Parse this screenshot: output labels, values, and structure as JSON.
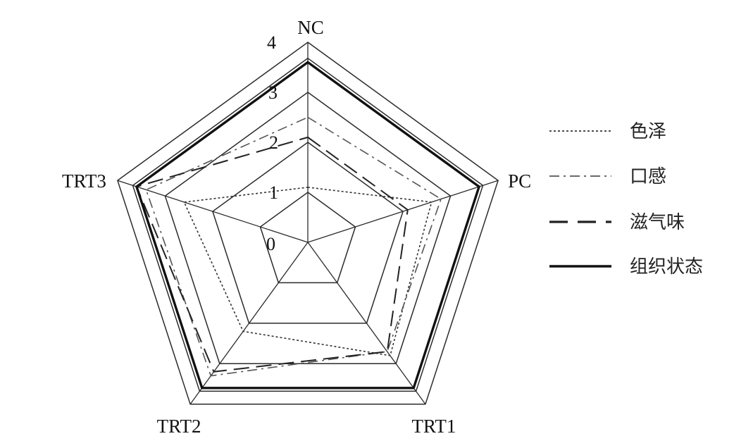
{
  "chart_data": {
    "type": "radar",
    "title": "",
    "axes": [
      "NC",
      "PC",
      "TRT1",
      "TRT2",
      "TRT3"
    ],
    "rlim": [
      0,
      4
    ],
    "ticks": [
      "0",
      "1",
      "2",
      "3",
      "4"
    ],
    "grid": true,
    "legend_position": "right",
    "series": [
      {
        "name": "色泽",
        "values": [
          1.1,
          2.6,
          2.8,
          2.2,
          2.6
        ],
        "style": "dotted",
        "color": "#333333"
      },
      {
        "name": "口感",
        "values": [
          2.5,
          2.8,
          2.7,
          3.3,
          3.4
        ],
        "style": "dashdot",
        "color": "#555555"
      },
      {
        "name": "滋气味",
        "values": [
          2.1,
          2.1,
          2.7,
          3.2,
          3.6
        ],
        "style": "dashed",
        "color": "#222222"
      },
      {
        "name": "组织状态",
        "values": [
          3.6,
          3.6,
          3.6,
          3.6,
          3.6
        ],
        "style": "solid",
        "color": "#111111"
      }
    ]
  }
}
